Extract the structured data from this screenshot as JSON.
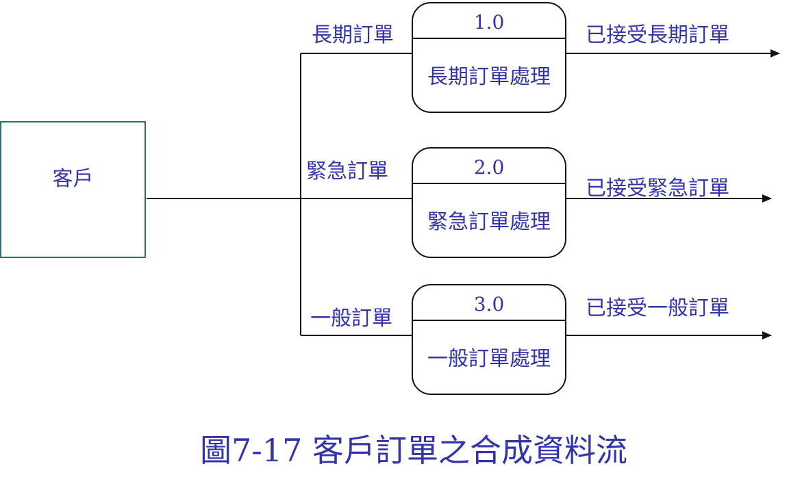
{
  "entity": {
    "label": "客戶"
  },
  "processes": [
    {
      "id": "1.0",
      "name": "長期訂單處理"
    },
    {
      "id": "2.0",
      "name": "緊急訂單處理"
    },
    {
      "id": "3.0",
      "name": "一般訂單處理"
    }
  ],
  "input_flows": [
    {
      "label": "長期訂單"
    },
    {
      "label": "緊急訂單"
    },
    {
      "label": "一般訂單"
    }
  ],
  "output_flows": [
    {
      "label": "已接受長期訂單"
    },
    {
      "label": "已接受緊急訂單"
    },
    {
      "label": "已接受一般訂單"
    }
  ],
  "caption": "圖7-17 客戶訂單之合成資料流",
  "colors": {
    "text": "#3333aa",
    "entity_border": "#2e7070",
    "line": "#111111"
  }
}
